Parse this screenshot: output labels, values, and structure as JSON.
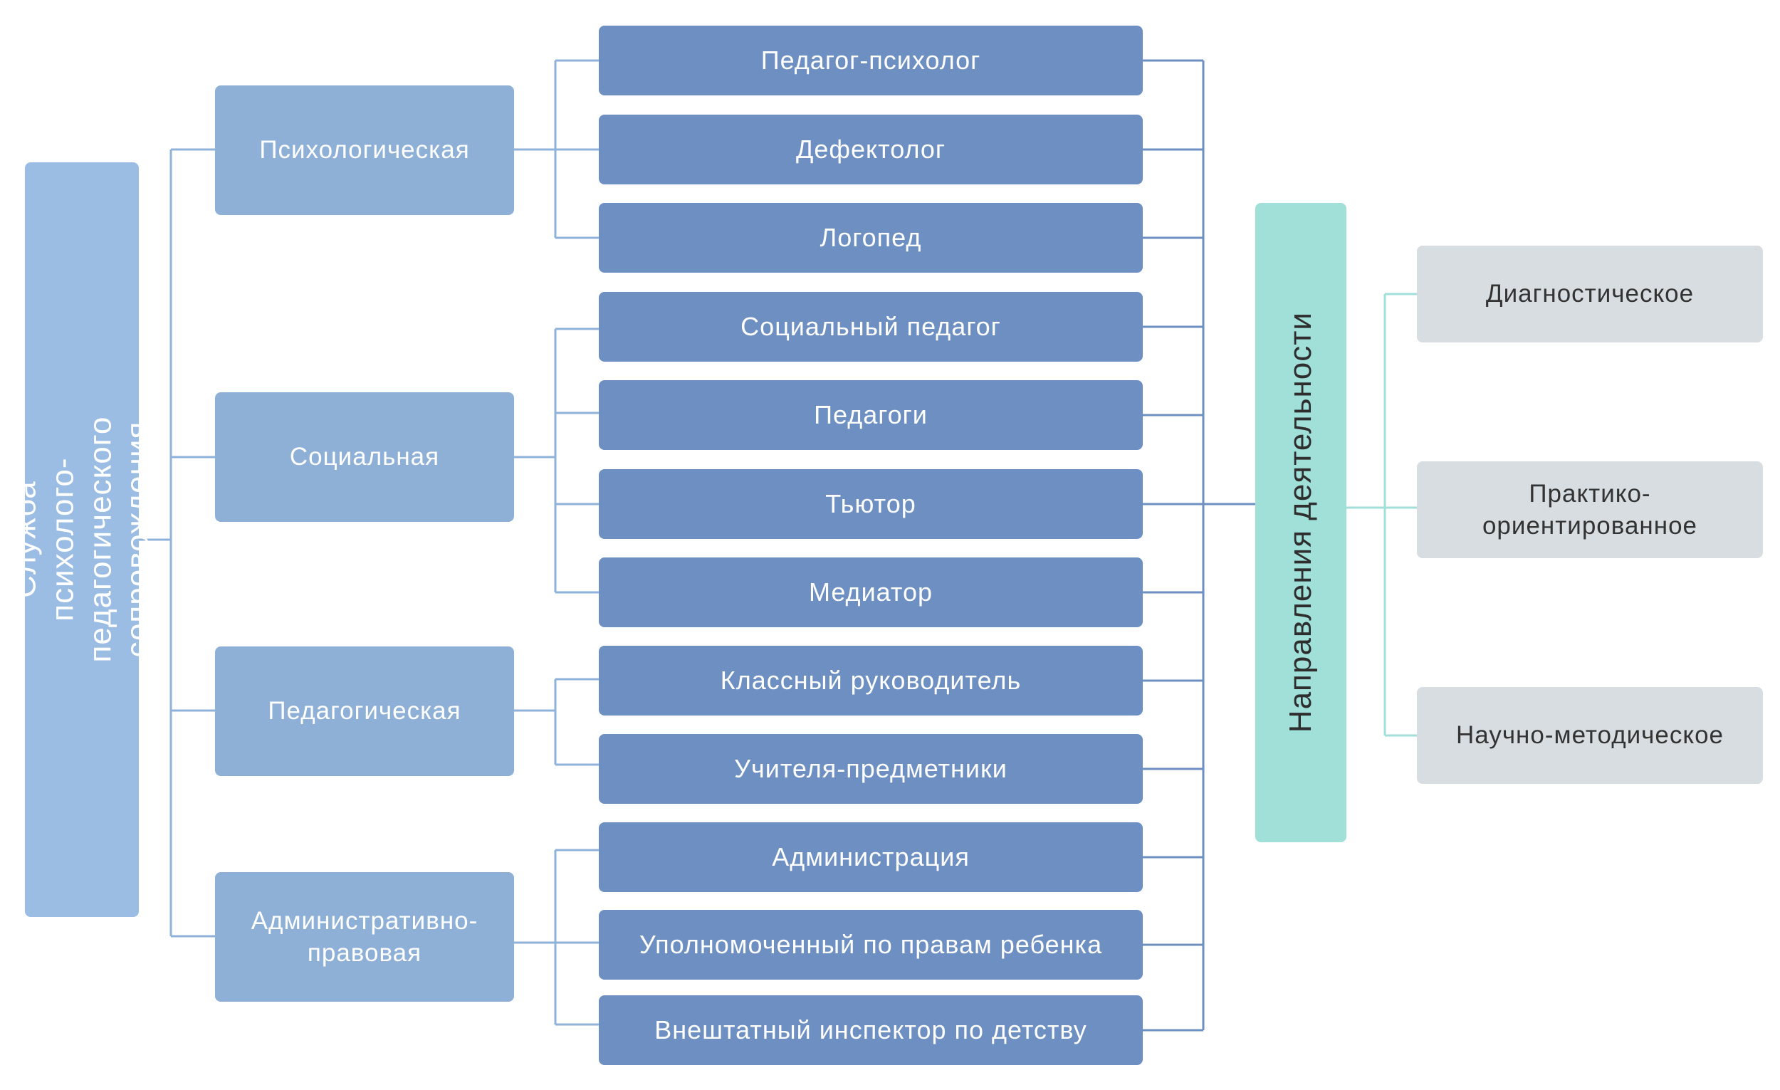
{
  "root": {
    "label": "Служба психолого-педагогического сопровождения"
  },
  "categories": [
    {
      "label": "Психологическая"
    },
    {
      "label": "Социальная"
    },
    {
      "label": "Педагогическая"
    },
    {
      "label": "Административно-правовая"
    }
  ],
  "roles": [
    {
      "label": "Педагог-психолог"
    },
    {
      "label": "Дефектолог"
    },
    {
      "label": "Логопед"
    },
    {
      "label": "Социальный педагог"
    },
    {
      "label": "Педагоги"
    },
    {
      "label": "Тьютор"
    },
    {
      "label": "Медиатор"
    },
    {
      "label": "Классный руководитель"
    },
    {
      "label": "Учителя-предметники"
    },
    {
      "label": "Администрация"
    },
    {
      "label": "Уполномоченный по правам ребенка"
    },
    {
      "label": "Внештатный инспектор по детству"
    }
  ],
  "directions_header": {
    "label": "Направления деятельности"
  },
  "directions": [
    {
      "label": "Диагностическое"
    },
    {
      "label": "Практико-ориентированное"
    },
    {
      "label": "Научно-методическое"
    }
  ],
  "colors": {
    "root": "#9bbde3",
    "category": "#8fb0d6",
    "role": "#6e8fc1",
    "directions_header": "#a1dfd9",
    "direction": "#d7dde0",
    "connector_light": "#8fb2d8",
    "connector_dark": "#6e8fc1",
    "connector_teal": "#a1dfd9"
  }
}
